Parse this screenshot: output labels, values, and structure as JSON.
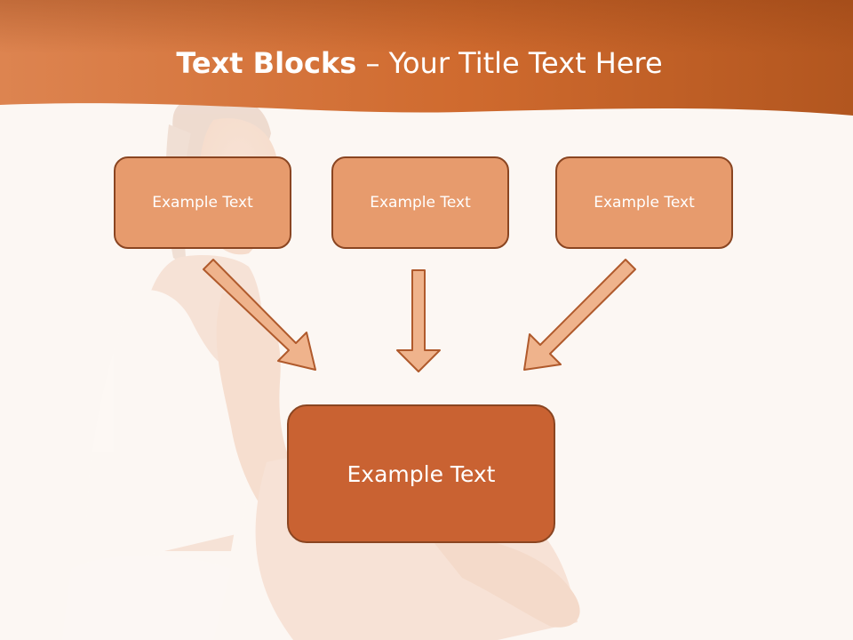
{
  "title": {
    "bold": "Text Blocks",
    "rest": " – Your Title Text Here"
  },
  "blocks": {
    "top": [
      "Example Text",
      "Example Text",
      "Example Text"
    ],
    "bottom": "Example Text"
  },
  "colors": {
    "header_start": "#d6793e",
    "header_end": "#a24d1a",
    "box_fill": "#e79b6d",
    "box_large_fill": "#c96232",
    "box_border": "#8a4521",
    "arrow_fill": "#efb38c",
    "arrow_stroke": "#b05a2c"
  }
}
